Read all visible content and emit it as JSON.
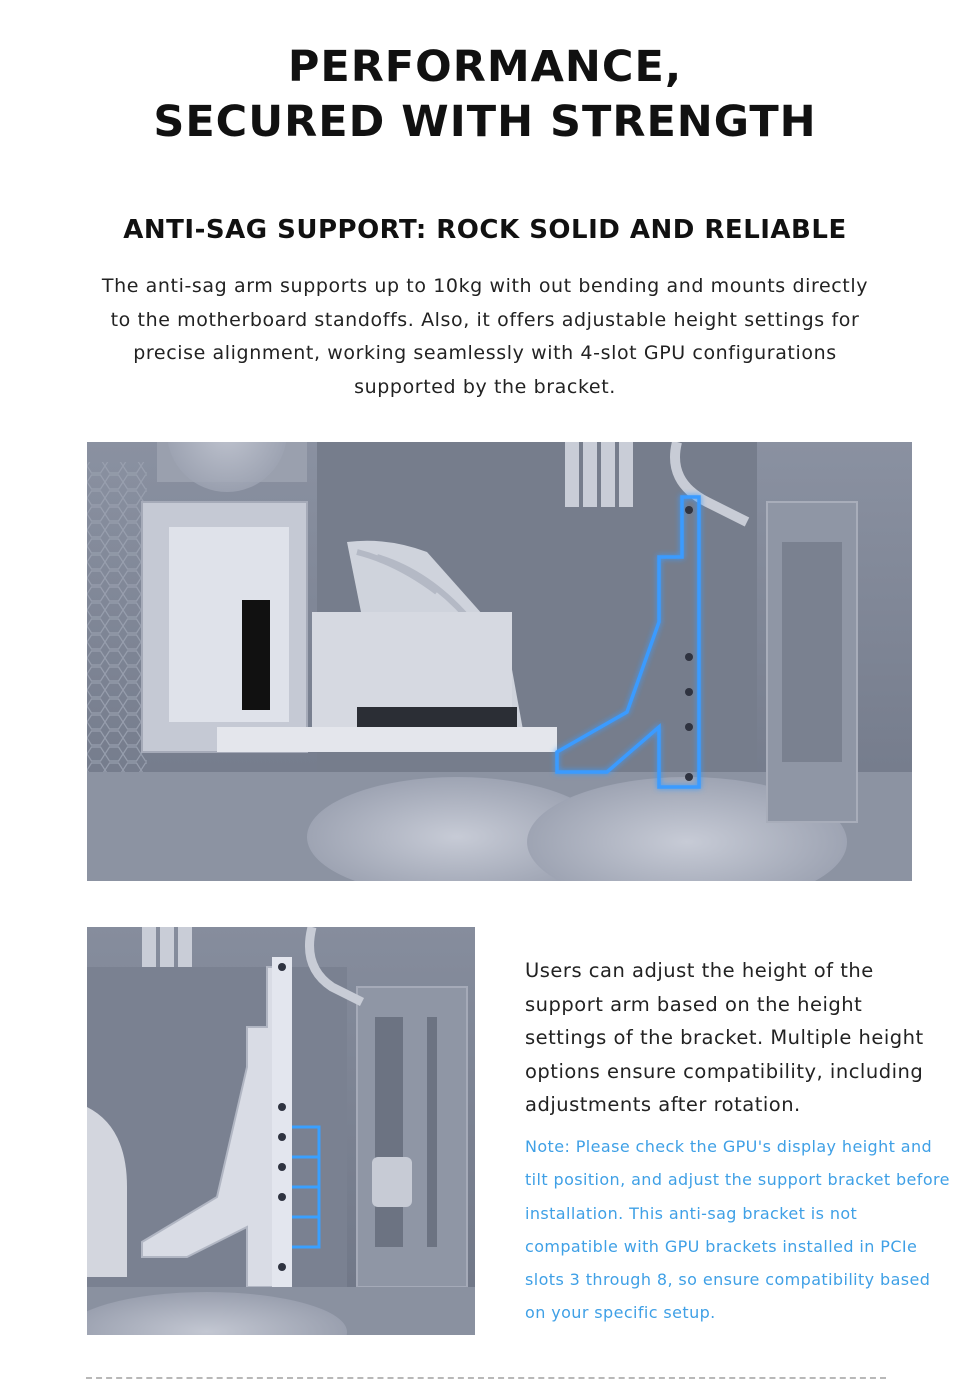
{
  "header": {
    "title_line1": "PERFORMANCE,",
    "title_line2": "SECURED WITH STRENGTH"
  },
  "section": {
    "title": "ANTI-SAG SUPPORT: ROCK SOLID AND RELIABLE",
    "intro": "The anti-sag arm supports up to 10kg with out bending and mounts directly to the motherboard standoffs. Also, it offers adjustable height settings for precise alignment, working seamlessly with 4-slot GPU configurations supported by the bracket."
  },
  "detail": {
    "description": "Users can adjust the height of the support arm based on the height settings of the bracket. Multiple height options ensure compatibility, including adjustments after rotation.",
    "note": "Note: Please check the GPU's display height and tilt position, and adjust the support bracket before installation. This anti-sag bracket is not compatible with GPU brackets installed in PCIe slots 3 through 8, so ensure compatibility based on your specific setup."
  },
  "colors": {
    "accent": "#3fa0e6",
    "highlight_glow": "#2f8cff",
    "photo_tone": "#7d8596"
  }
}
